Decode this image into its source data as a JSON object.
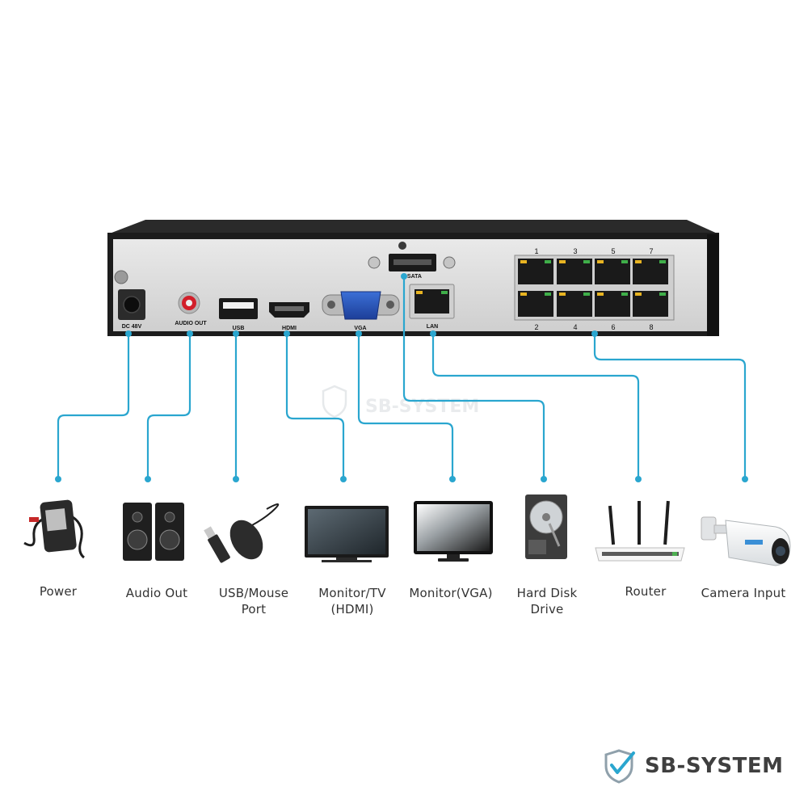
{
  "nvr": {
    "port_labels": {
      "dc": "DC 48V",
      "audio": "AUDIO OUT",
      "usb": "USB",
      "hdmi": "HDMI",
      "vga": "VGA",
      "esata": "eSATA",
      "lan": "LAN"
    },
    "poe_port_numbers_top": [
      "1",
      "3",
      "5",
      "7"
    ],
    "poe_port_numbers_bottom": [
      "2",
      "4",
      "6",
      "8"
    ]
  },
  "devices": [
    {
      "id": "power",
      "label_lines": [
        "Power"
      ]
    },
    {
      "id": "audio",
      "label_lines": [
        "Audio Out"
      ]
    },
    {
      "id": "usb",
      "label_lines": [
        "USB/Mouse",
        "Port"
      ]
    },
    {
      "id": "hdmi",
      "label_lines": [
        "Monitor/TV",
        "(HDMI)"
      ]
    },
    {
      "id": "vga",
      "label_lines": [
        "Monitor(VGA)"
      ]
    },
    {
      "id": "hdd",
      "label_lines": [
        "Hard Disk",
        "Drive"
      ]
    },
    {
      "id": "router",
      "label_lines": [
        "Router"
      ]
    },
    {
      "id": "camera",
      "label_lines": [
        "Camera Input"
      ]
    }
  ],
  "watermark": {
    "text": "SB-SYSTEM"
  },
  "brand": {
    "text": "SB-SYSTEM"
  },
  "colors": {
    "connector_line": "#2aa6cf",
    "nvr_body": "#1c1c1c",
    "nvr_panel": "#d8d8d8",
    "brand_text": "#3f3f3f"
  }
}
